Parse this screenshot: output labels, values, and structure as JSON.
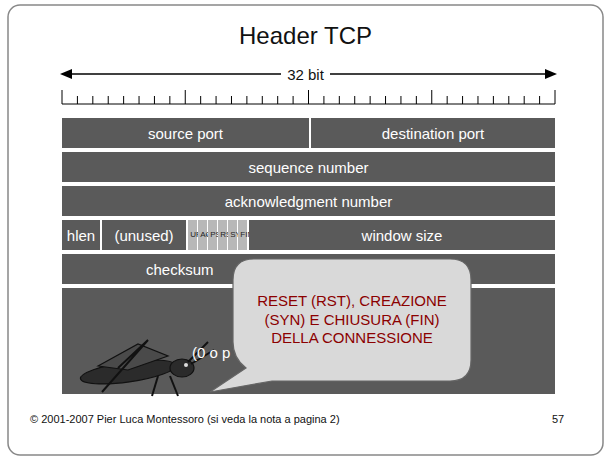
{
  "diagram": {
    "title": "Header TCP",
    "nodes": [
      {
        "text": [
          "source port"
        ]
      },
      {
        "text": [
          "destination port"
        ]
      },
      {
        "text": [
          "sequence number"
        ]
      },
      {
        "text": [
          "acknowledgment number"
        ]
      },
      {
        "text": [
          "hlen"
        ]
      },
      {
        "text": [
          "(unused)"
        ]
      },
      {
        "text": [
          "URG"
        ]
      },
      {
        "text": [
          "ACK"
        ]
      },
      {
        "text": [
          "PSH"
        ]
      },
      {
        "text": [
          "RST"
        ]
      },
      {
        "text": [
          "SYN"
        ]
      },
      {
        "text": [
          "FIN"
        ]
      },
      {
        "text": [
          "window size"
        ]
      },
      {
        "text": [
          "checksum"
        ]
      },
      {
        "text": [
          "(0 o p"
        ]
      },
      {
        "text": [
          "RESET (RST), CREAZIONE (SYN) E CHIUSURA (FIN) DELLA CONNESSIONE"
        ]
      }
    ],
    "labels": [
      "32 bit",
      "© 2001-2007 Pier Luca Montessoro (si veda la nota a pagina 2)",
      "57"
    ]
  }
}
